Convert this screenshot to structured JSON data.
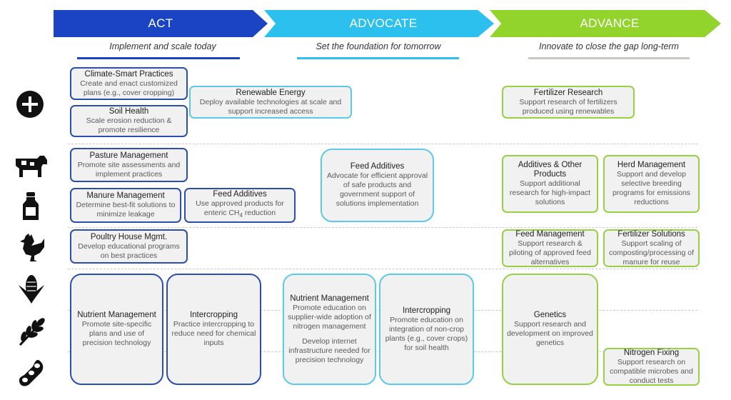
{
  "phases": [
    {
      "label": "ACT",
      "subtitle": "Implement and scale today",
      "color": "#1a44c4"
    },
    {
      "label": "ADVOCATE",
      "subtitle": "Set the foundation for tomorrow",
      "color": "#2cc0ee"
    },
    {
      "label": "ADVANCE",
      "subtitle": "Innovate to close the gap long-term",
      "color": "#92d32c"
    }
  ],
  "row_icons": [
    "plus-icon",
    "cow-icon",
    "milk-bottle-icon",
    "chicken-icon",
    "corn-icon",
    "wheat-icon",
    "soybean-icon"
  ],
  "boxes": {
    "climate_smart": {
      "title": "Climate-Smart Practices",
      "desc": "Create and enact customized plans (e.g., cover cropping)"
    },
    "soil_health": {
      "title": "Soil Health",
      "desc": "Scale erosion reduction & promote resilience"
    },
    "renewable_energy": {
      "title": "Renewable Energy",
      "desc": "Deploy available technologies at scale and support increased access"
    },
    "fertilizer_research": {
      "title": "Fertilizer Research",
      "desc": "Support research of fertilizers produced using renewables"
    },
    "pasture_management": {
      "title": "Pasture Management",
      "desc": "Promote site assessments and implement practices"
    },
    "manure_management": {
      "title": "Manure Management",
      "desc": "Determine best-fit solutions to minimize leakage"
    },
    "feed_additives_act": {
      "title": "Feed Additives",
      "desc": "Use approved products for enteric CH",
      "desc_sub": "4",
      "desc_tail": " reduction"
    },
    "feed_additives_advocate": {
      "title": "Feed Additives",
      "desc": "Advocate for efficient approval of safe products and government support of solutions implementation"
    },
    "additives_other": {
      "title": "Additives & Other Products",
      "desc": "Support additional research for high-impact solutions"
    },
    "herd_management": {
      "title": "Herd Management",
      "desc": "Support and develop selective breeding programs for emissions reductions"
    },
    "poultry_house": {
      "title": "Poultry House Mgmt.",
      "desc": "Develop educational programs on best practices"
    },
    "feed_management": {
      "title": "Feed Management",
      "desc": "Support research & piloting of approved feed alternatives"
    },
    "fertilizer_solutions": {
      "title": "Fertilizer Solutions",
      "desc": "Support scaling of composting/processing of manure for reuse"
    },
    "nutrient_act": {
      "title": "Nutrient Management",
      "desc": "Promote site-specific plans and use of precision technology"
    },
    "intercropping_act": {
      "title": "Intercropping",
      "desc": "Practice intercropping to reduce need for chemical inputs"
    },
    "nutrient_advocate": {
      "title": "Nutrient Management",
      "desc": "Promote education on supplier-wide adoption of nitrogen management",
      "desc2": "Develop internet infrastructure needed for precision technology"
    },
    "intercropping_advocate": {
      "title": "Intercropping",
      "desc": "Promote education on integration of non-crop plants (e.g., cover crops) for soil health"
    },
    "genetics": {
      "title": "Genetics",
      "desc": "Support research and development on improved genetics"
    },
    "nitrogen_fixing": {
      "title": "Nitrogen Fixing",
      "desc": "Support research on compatible microbes and conduct tests"
    }
  }
}
